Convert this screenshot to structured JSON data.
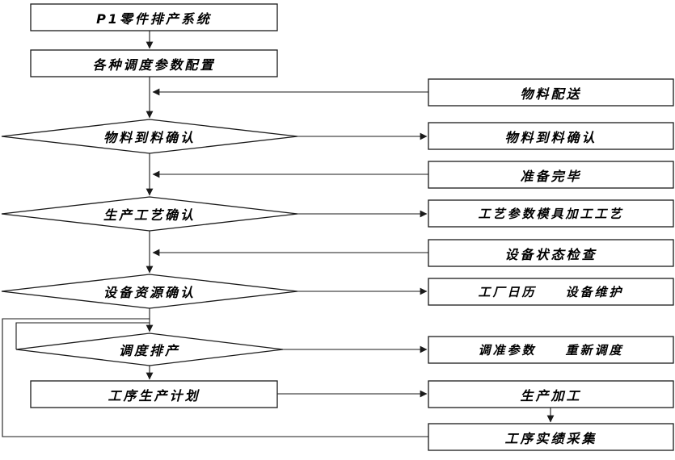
{
  "diagram": {
    "background": "#ffffff",
    "line_color": "#1a1a1a",
    "text_color": "#000000"
  },
  "nodes": {
    "start": {
      "label": "P1零件排产系统",
      "type": "rect"
    },
    "param_config": {
      "label": "各种调度参数配置",
      "type": "rect"
    },
    "material_confirm": {
      "label": "物料到料确认",
      "type": "diamond"
    },
    "process_confirm": {
      "label": "生产工艺确认",
      "type": "diamond"
    },
    "equipment_confirm": {
      "label": "设备资源确认",
      "type": "diamond"
    },
    "scheduling": {
      "label": "调度排产",
      "type": "diamond"
    },
    "process_plan": {
      "label": "工序生产计划",
      "type": "rect"
    },
    "material_delivery": {
      "label": "物料配送",
      "type": "rect"
    },
    "arrival_confirm": {
      "label": "物料到料确认",
      "type": "rect"
    },
    "ready": {
      "label": "准备完毕",
      "type": "rect"
    },
    "process_params": {
      "label": "工艺参数模具加工工艺",
      "type": "rect"
    },
    "equipment_check": {
      "label": "设备状态检查",
      "type": "rect"
    },
    "calendar_maintenance": {
      "label": "工厂日历　　设备维护",
      "type": "rect"
    },
    "adjust_reschedule": {
      "label": "调准参数　　重新调度",
      "type": "rect"
    },
    "production": {
      "label": "生产加工",
      "type": "rect"
    },
    "result_collection": {
      "label": "工序实绩采集",
      "type": "rect"
    }
  }
}
